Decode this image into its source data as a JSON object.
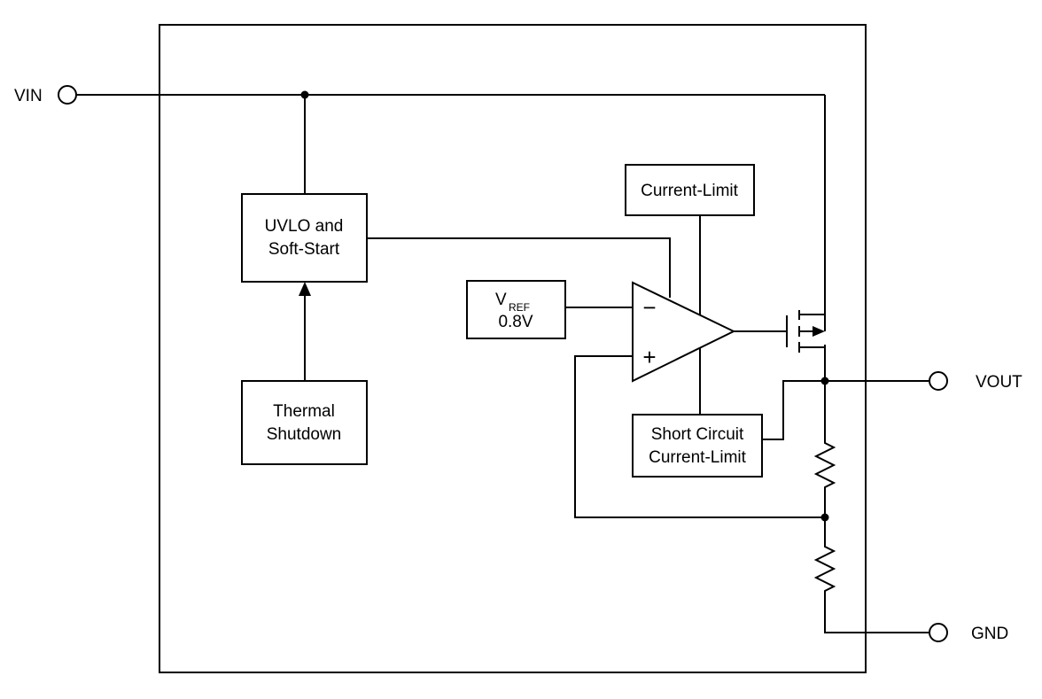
{
  "pins": {
    "vin": "VIN",
    "vout": "VOUT",
    "gnd": "GND"
  },
  "blocks": {
    "uvlo": {
      "line1": "UVLO and",
      "line2": "Soft-Start"
    },
    "thermal": {
      "line1": "Thermal",
      "line2": "Shutdown"
    },
    "vref": {
      "main": "V",
      "sub": "REF",
      "value": "0.8V"
    },
    "current_limit": "Current-Limit",
    "short_circuit": {
      "line1": "Short Circuit",
      "line2": "Current-Limit"
    }
  },
  "amplifier": {
    "minus": "−",
    "plus": "+"
  }
}
